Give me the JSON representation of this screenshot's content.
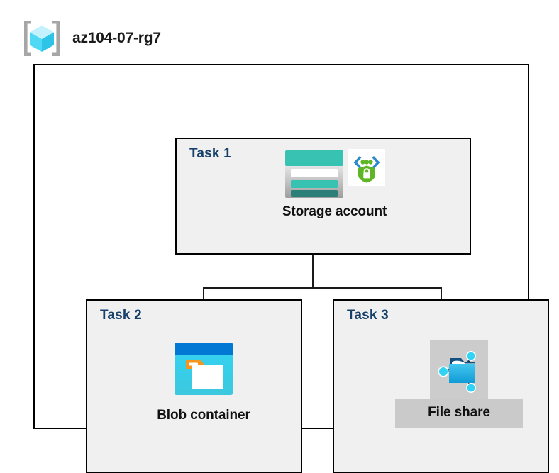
{
  "header": {
    "icon": "resource-group-icon",
    "title": "az104-07-rg7"
  },
  "boundary": {
    "name": "resource-group-boundary"
  },
  "colors": {
    "task_label": "#17406b",
    "box_fill": "#f0f0f0",
    "box_border": "#000000",
    "selection_bg": "#cacaca",
    "connector": "#1a1a1a",
    "storage_teal": "#37c2b1",
    "storage_teal_dark": "#2b7f78",
    "blob_header_blue": "#0078d4",
    "blob_body_cyan": "#32d4f5",
    "blob_tab_orange": "#f7941d",
    "fileshare_blue": "#32bdef",
    "fileshare_node_cyan": "#32d4f5",
    "shield_green": "#5fb624",
    "bracket_blue": "#2e8bc9"
  },
  "tasks": [
    {
      "label": "Task 1",
      "node": {
        "caption": "Storage account",
        "icons": [
          "storage-account-icon",
          "security-shield-icon"
        ]
      }
    },
    {
      "label": "Task 2",
      "node": {
        "caption": "Blob container",
        "icons": [
          "blob-container-icon"
        ]
      }
    },
    {
      "label": "Task 3",
      "node": {
        "caption": "File share",
        "icons": [
          "file-share-icon"
        ],
        "selected": true
      }
    }
  ],
  "connectors": [
    {
      "name": "storage-to-branch-trunk",
      "from": "Task 1",
      "to": "branch"
    },
    {
      "name": "branch-bar",
      "from": "branch",
      "to": "branch"
    },
    {
      "name": "branch-to-blob-container",
      "from": "branch",
      "to": "Task 2"
    },
    {
      "name": "branch-to-file-share",
      "from": "branch",
      "to": "Task 3"
    }
  ]
}
